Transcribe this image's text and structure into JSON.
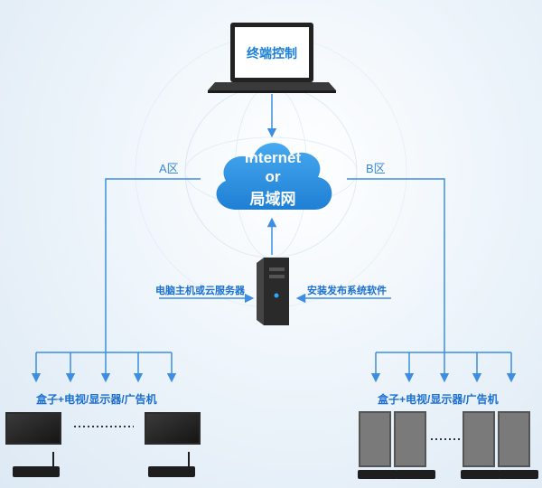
{
  "terminal": {
    "screen_text": "终端控制"
  },
  "cloud": {
    "line1": "Internet",
    "line2": "or",
    "line3": "局域网"
  },
  "zones": {
    "a": "A区",
    "b": "B区"
  },
  "server": {
    "left_label": "电脑主机或云服务器",
    "right_label": "安装发布系统软件"
  },
  "devices": {
    "left_label": "盒子+电视/显示器/广告机",
    "right_label": "盒子+电视/显示器/广告机"
  },
  "colors": {
    "line": "#3d8ee0",
    "cloud": "#2f93e6",
    "screen": "#1a7fd8"
  },
  "icons": [
    "laptop-icon",
    "cloud-icon",
    "server-tower-icon",
    "tv-screen-icon",
    "android-box-icon",
    "vertical-kiosk-icon"
  ]
}
